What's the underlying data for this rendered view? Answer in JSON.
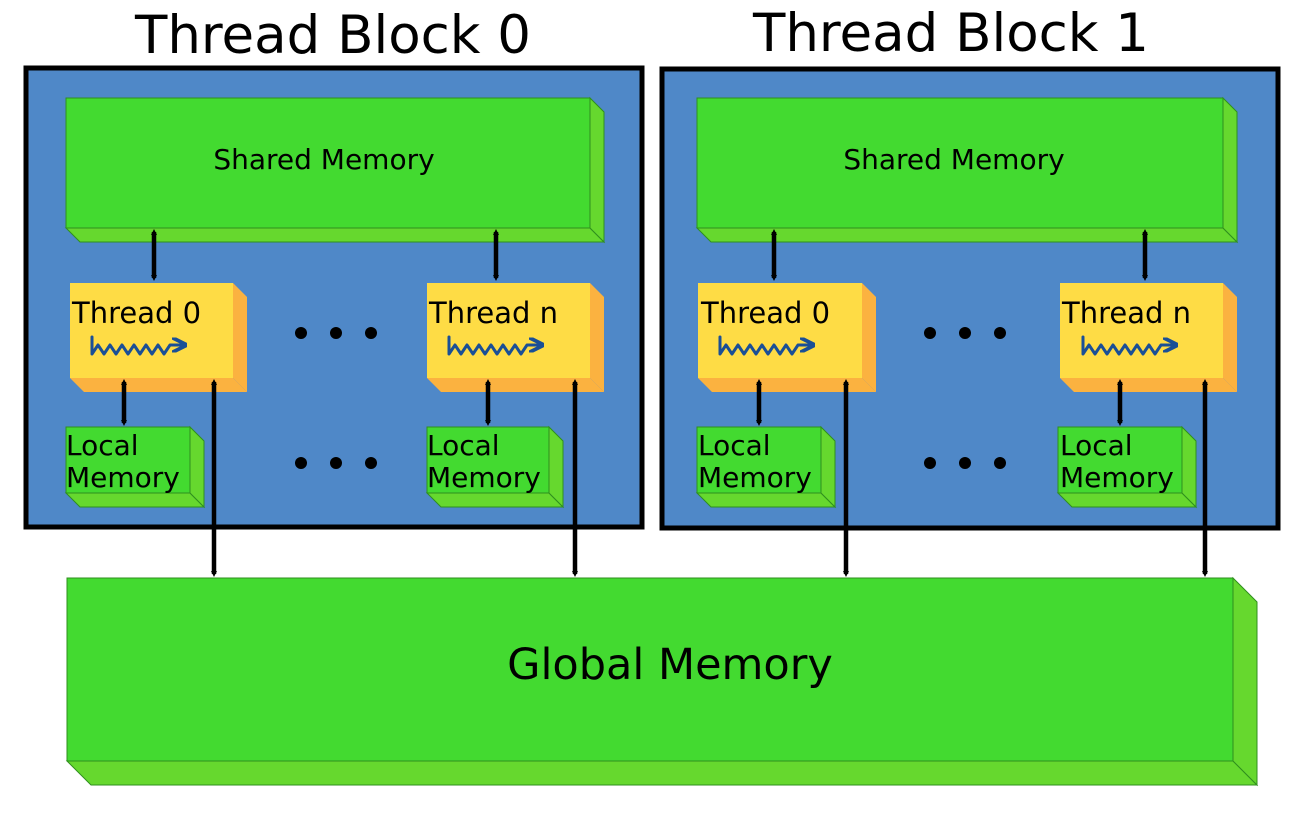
{
  "blocks": [
    {
      "title": "Thread Block 0",
      "shared_memory_label": "Shared Memory",
      "threads": [
        {
          "label": "Thread 0",
          "local_memory_label": [
            "Local",
            "Memory"
          ]
        },
        {
          "label": "Thread n",
          "local_memory_label": [
            "Local",
            "Memory"
          ]
        }
      ]
    },
    {
      "title": "Thread Block 1",
      "shared_memory_label": "Shared Memory",
      "threads": [
        {
          "label": "Thread 0",
          "local_memory_label": [
            "Local",
            "Memory"
          ]
        },
        {
          "label": "Thread n",
          "local_memory_label": [
            "Local",
            "Memory"
          ]
        }
      ]
    }
  ],
  "global_memory_label": "Global Memory",
  "colors": {
    "block_background": "#4f88c8",
    "block_border": "#000000",
    "memory_green": "#43da30",
    "memory_green_side": "#66d82e",
    "thread_yellow": "#fedc45",
    "thread_orange_side": "#fbb240",
    "squiggle_blue": "#1a4f96"
  }
}
